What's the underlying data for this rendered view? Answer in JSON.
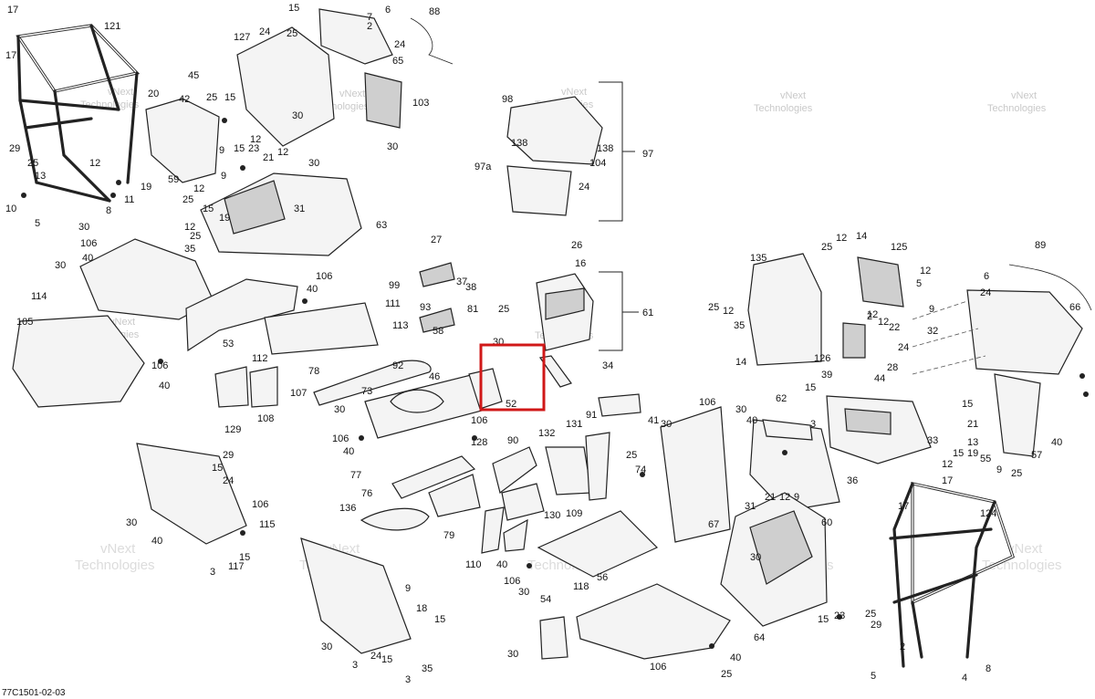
{
  "diagram": {
    "code": "77C1501-02-03",
    "watermark": [
      "vNext",
      "Technologies"
    ],
    "highlighted_part": "52",
    "highlight_color": "#d01818",
    "callouts": [
      "17",
      "121",
      "17",
      "29",
      "25",
      "13",
      "10",
      "5",
      "12",
      "8",
      "11",
      "19",
      "20",
      "45",
      "42",
      "59",
      "25",
      "15",
      "127",
      "24",
      "15",
      "25",
      "7",
      "6",
      "88",
      "24",
      "65",
      "103",
      "30",
      "30",
      "2",
      "12",
      "9",
      "12",
      "15",
      "23",
      "21",
      "30",
      "9",
      "12",
      "25",
      "15",
      "12",
      "25",
      "31",
      "63",
      "35",
      "19",
      "98",
      "138",
      "138",
      "104",
      "97a",
      "24",
      "97",
      "30",
      "106",
      "40",
      "114",
      "105",
      "30",
      "53",
      "106",
      "40",
      "99",
      "27",
      "106",
      "40",
      "37",
      "38",
      "93",
      "111",
      "113",
      "112",
      "92",
      "58",
      "81",
      "25",
      "30",
      "52",
      "34",
      "26",
      "16",
      "61",
      "78",
      "73",
      "30",
      "106",
      "40",
      "46",
      "106",
      "128",
      "129",
      "108",
      "107",
      "77",
      "76",
      "136",
      "79",
      "90",
      "132",
      "131",
      "91",
      "109",
      "130",
      "110",
      "40",
      "106",
      "30",
      "54",
      "56",
      "118",
      "30",
      "106",
      "40",
      "25",
      "29",
      "15",
      "24",
      "30",
      "106",
      "115",
      "40",
      "15",
      "3",
      "117",
      "30",
      "9",
      "18",
      "15",
      "3",
      "24",
      "15",
      "3",
      "35",
      "41",
      "30",
      "40",
      "25",
      "30",
      "106",
      "74",
      "62",
      "67",
      "31",
      "21",
      "12",
      "9",
      "60",
      "36",
      "3",
      "15",
      "39",
      "44",
      "33",
      "15",
      "13",
      "21",
      "55",
      "57",
      "12",
      "9",
      "25",
      "15",
      "19",
      "40",
      "30",
      "64",
      "15",
      "23",
      "5",
      "8",
      "4",
      "2",
      "25",
      "29",
      "124",
      "17",
      "17",
      "89",
      "6",
      "24",
      "66",
      "12",
      "14",
      "125",
      "12",
      "5",
      "9",
      "12",
      "22",
      "32",
      "24",
      "28",
      "126",
      "25",
      "12",
      "35",
      "25",
      "135",
      "14",
      "2",
      "12"
    ]
  }
}
